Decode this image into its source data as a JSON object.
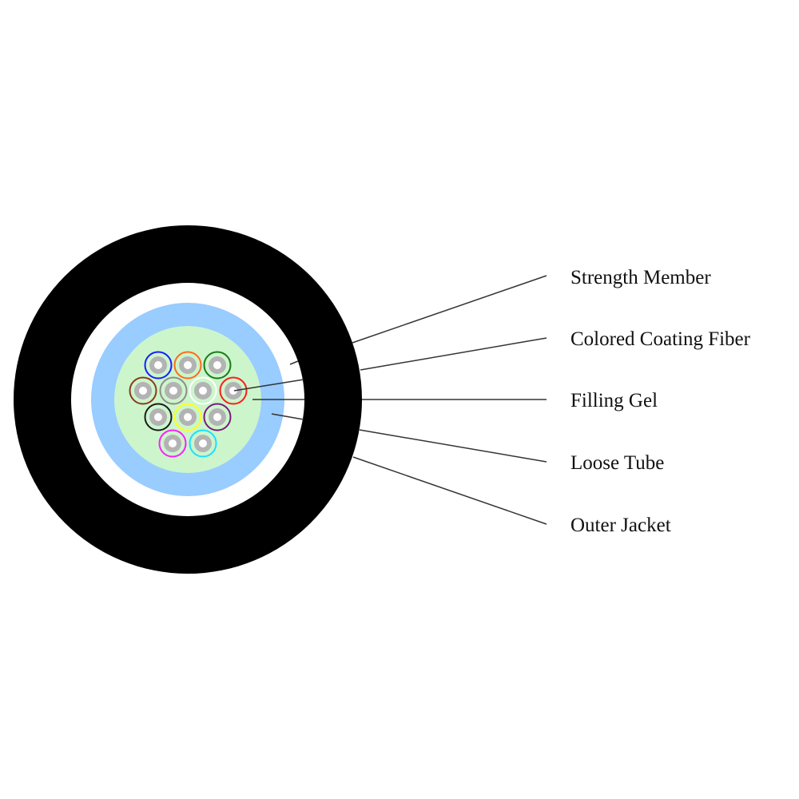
{
  "title": "Fiber optic cable cross-section",
  "labels": [
    {
      "id": "strength-member",
      "text": "Strength Member"
    },
    {
      "id": "colored-coating-fiber",
      "text": "Colored Coating Fiber"
    },
    {
      "id": "filling-gel",
      "text": "Filling Gel"
    },
    {
      "id": "loose-tube",
      "text": "Loose Tube"
    },
    {
      "id": "outer-jacket",
      "text": "Outer Jacket"
    }
  ],
  "colors": {
    "outer_jacket": "#000000",
    "strength_member": "#ffffff",
    "loose_tube": "#99ccff",
    "filling_gel": "#ccf5cc",
    "fiber_core_ring": "#b3b3b3",
    "leader_line": "#333333"
  },
  "fibers": [
    {
      "name": "blue",
      "color": "#1a1aff"
    },
    {
      "name": "orange",
      "color": "#ff6a1a"
    },
    {
      "name": "green",
      "color": "#1a7a1a"
    },
    {
      "name": "brown",
      "color": "#8b3a1a"
    },
    {
      "name": "gray",
      "color": "#8c8c8c"
    },
    {
      "name": "white",
      "color": "#ffffff"
    },
    {
      "name": "red",
      "color": "#ff1a1a"
    },
    {
      "name": "black",
      "color": "#1a1a1a"
    },
    {
      "name": "yellow",
      "color": "#ffff1a"
    },
    {
      "name": "purple",
      "color": "#7a1a7a"
    },
    {
      "name": "magenta",
      "color": "#ff1aff"
    },
    {
      "name": "cyan",
      "color": "#1adfff"
    }
  ]
}
